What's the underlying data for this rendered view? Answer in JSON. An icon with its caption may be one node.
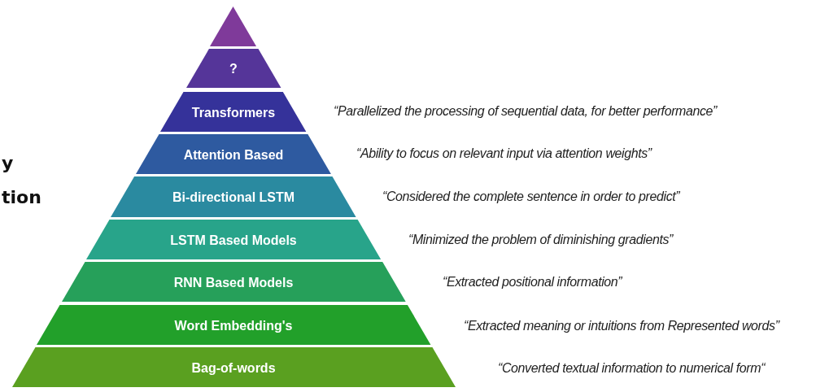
{
  "diagram": {
    "nodes": [
      {
        "text": [],
        "shape": "triangle"
      },
      {
        "text": [
          "?"
        ]
      },
      {
        "text": [
          "Transformers"
        ]
      },
      {
        "text": [
          "Attention Based"
        ]
      },
      {
        "text": [
          "Bi-directional LSTM"
        ]
      },
      {
        "text": [
          "LSTM Based Models"
        ]
      },
      {
        "text": [
          "RNN Based Models"
        ]
      },
      {
        "text": [
          "Word Embedding's"
        ]
      },
      {
        "text": [
          "Bag-of-words"
        ]
      }
    ],
    "labels": [
      "y",
      "tion",
      "“Parallelized the processing of sequential data, for better performance”",
      "“Ability to focus on relevant input via attention weights”",
      "“Considered the complete sentence in order to predict”",
      "“Minimized the problem of diminishing gradients”",
      "“Extracted positional information”",
      "“Extracted meaning or intuitions from Represented words”",
      "“Converted textual information to numerical form“"
    ]
  }
}
